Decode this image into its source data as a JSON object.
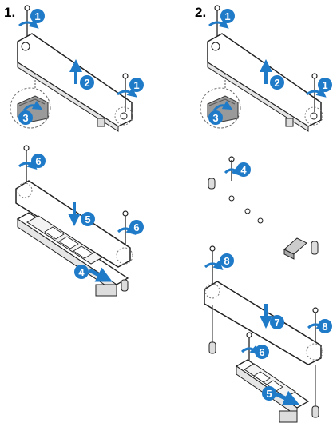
{
  "panels": [
    {
      "label": "1."
    },
    {
      "label": "2."
    }
  ],
  "badges": {
    "one": "1",
    "two": "2",
    "three": "3",
    "four": "4",
    "five": "5",
    "six": "6",
    "seven": "7",
    "eight": "8"
  },
  "colors": {
    "accent": "#1f7ac8",
    "line": "#222222",
    "plate": "#ffffff",
    "shade": "#d9d9d9"
  }
}
